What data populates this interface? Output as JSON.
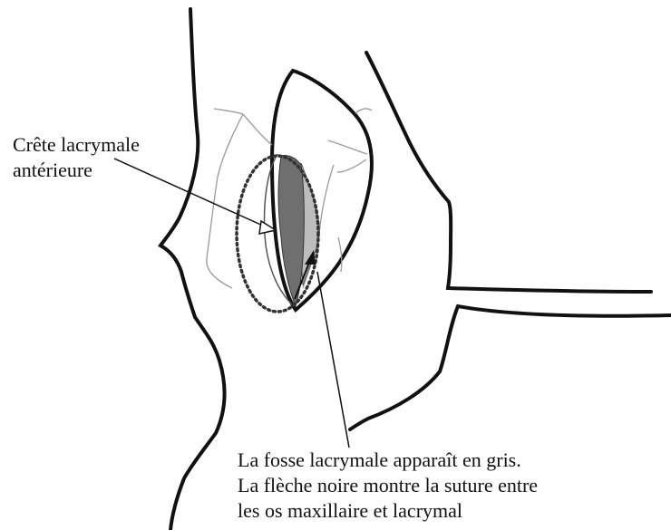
{
  "labels": {
    "crest": {
      "line1": "Crête lacrymale",
      "line2": "antérieure"
    },
    "fossa": {
      "line1": "La fosse lacrymale apparaît en gris.",
      "line2": "La flèche noire montre la suture entre",
      "line3": "les os maxillaire et lacrymal"
    }
  },
  "colors": {
    "outline": "#111111",
    "thin_line": "#9a9a9a",
    "fossa_dark": "#6f6f6f",
    "fossa_light": "#bdbdbd",
    "dotted_boundary": "#333333"
  }
}
